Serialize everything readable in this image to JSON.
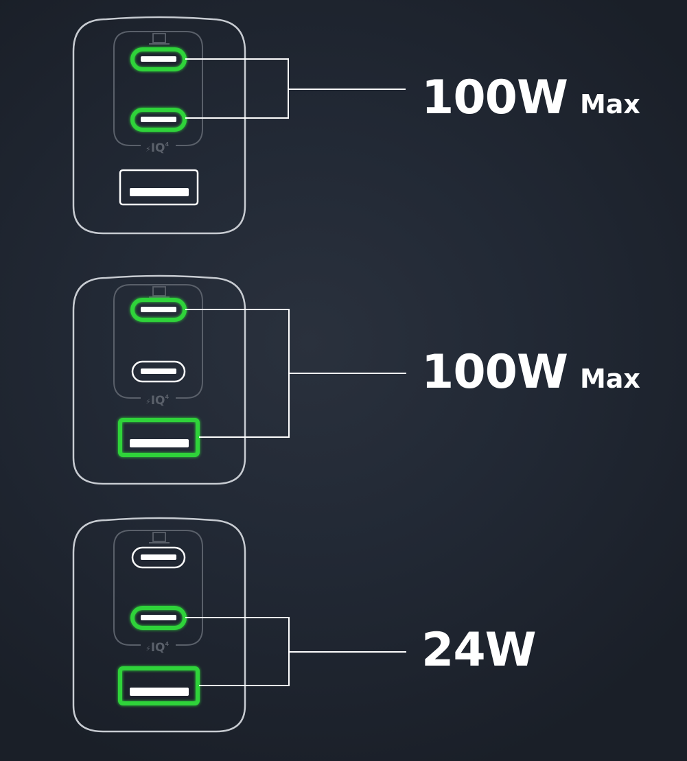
{
  "colors": {
    "active_port": "#2fd33a",
    "inactive_port": "#ffffff",
    "outline": "#c8ccd2",
    "inner_panel": "#5a606a",
    "text": "#ffffff"
  },
  "brand_mark": "IQ",
  "brand_superscript": "4",
  "panels": [
    {
      "label_main": "100W",
      "label_sub": "Max",
      "ports": {
        "usb_c1": "active",
        "usb_c2": "active",
        "usb_a": "inactive"
      }
    },
    {
      "label_main": "100W",
      "label_sub": "Max",
      "ports": {
        "usb_c1": "active",
        "usb_c2": "inactive",
        "usb_a": "active"
      }
    },
    {
      "label_main": "24W",
      "label_sub": "",
      "ports": {
        "usb_c1": "inactive",
        "usb_c2": "active",
        "usb_a": "active"
      }
    }
  ]
}
